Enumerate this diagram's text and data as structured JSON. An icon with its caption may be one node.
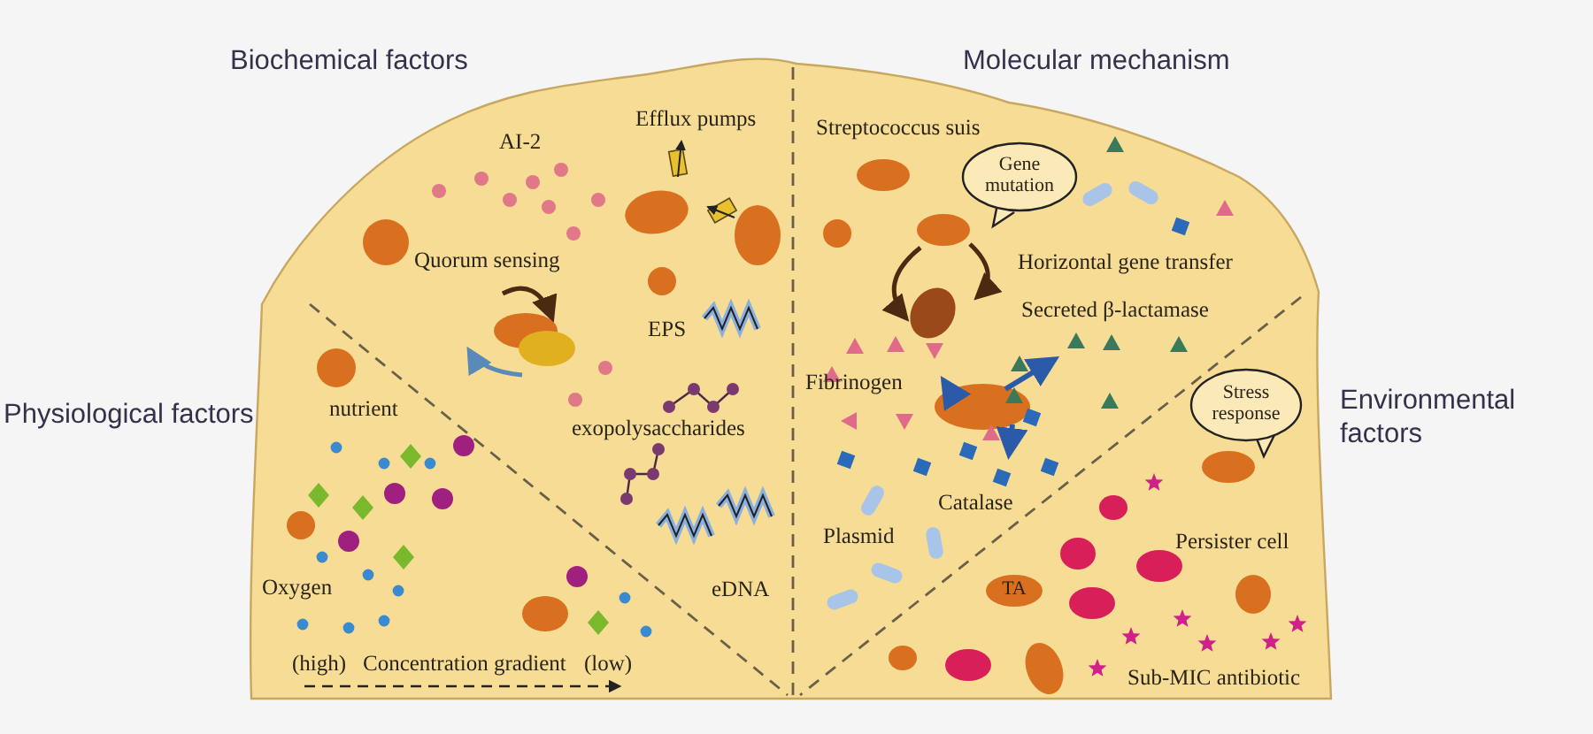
{
  "diagram": {
    "nodes": [
      {
        "text": [
          "Gene mutation"
        ]
      },
      {
        "text": [
          "Stress response"
        ]
      },
      {
        "text": [
          "TA"
        ]
      }
    ],
    "edges": [],
    "labels": [
      "Biochemical factors",
      "Molecular mechanism",
      "AI-2",
      "Efflux pumps",
      "Streptococcus suis",
      "Quorum sensing",
      "Horizontal gene transfer",
      "EPS",
      "Secreted β-lactamase",
      "Physiological factors",
      "nutrient",
      "exopolysaccharides",
      "Fibrinogen",
      "Environmental factors",
      "Catalase",
      "Plasmid",
      "Persister cell",
      "Oxygen",
      "eDNA",
      "(high)",
      "Concentration gradient",
      "(low)",
      "Sub-MIC antibiotic"
    ]
  }
}
